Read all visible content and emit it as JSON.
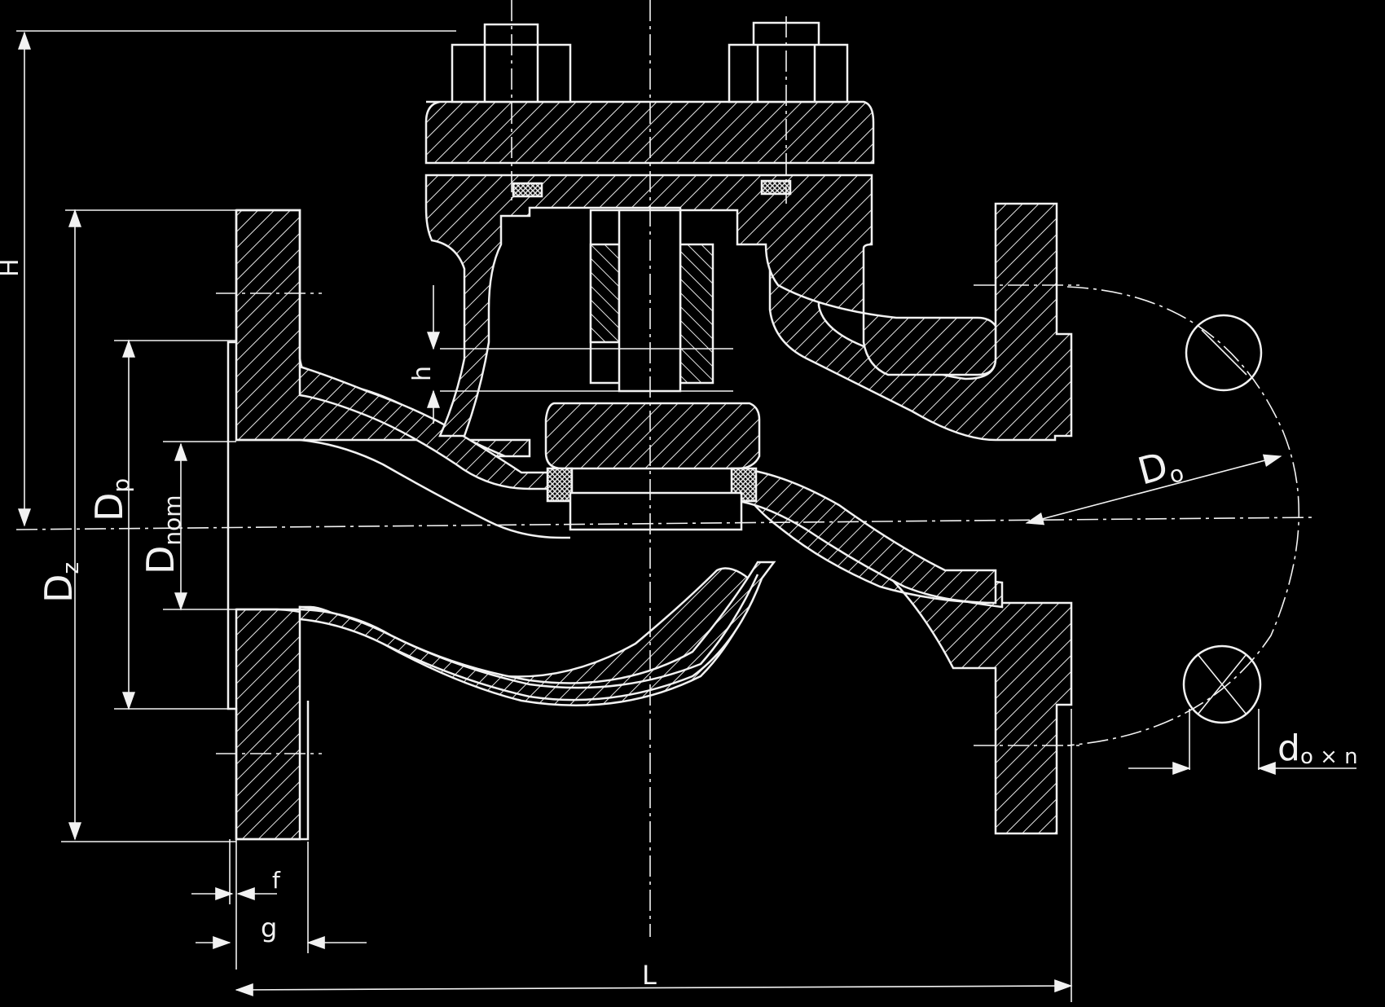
{
  "drawing": {
    "background": "#000000",
    "line_color": "#f2f2f2",
    "labels": {
      "H": "H",
      "h": "h",
      "Dz": "D",
      "Dz_sub": "z",
      "Dp": "D",
      "Dp_sub": "p",
      "Dnom": "D",
      "Dnom_sub": "nom",
      "Do": "D",
      "Do_sub": "o",
      "do": "d",
      "do_sub": "o × n",
      "f": "f",
      "g": "g",
      "L": "L"
    }
  }
}
